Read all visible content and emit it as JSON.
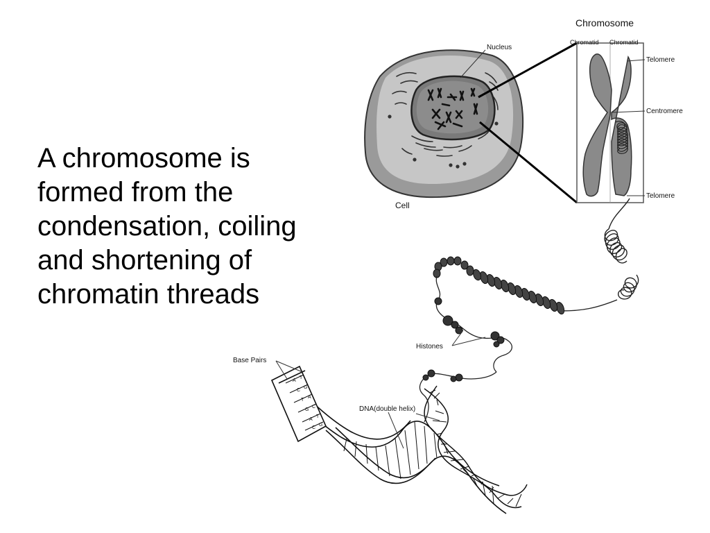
{
  "slide": {
    "caption_lines": [
      "A chromosome is",
      "formed from the",
      "condensation, coiling",
      "and shortening of",
      "chromatin threads"
    ]
  },
  "diagram": {
    "labels": {
      "chromosome": "Chromosome",
      "chromatid_left": "Chromatid",
      "chromatid_right": "Chromatid",
      "telomere_top": "Telomere",
      "centromere": "Centromere",
      "telomere_bottom": "Telomere",
      "nucleus": "Nucleus",
      "cell": "Cell",
      "histones": "Histones",
      "base_pairs": "Base Pairs",
      "dna": "DNA(double helix)"
    }
  }
}
